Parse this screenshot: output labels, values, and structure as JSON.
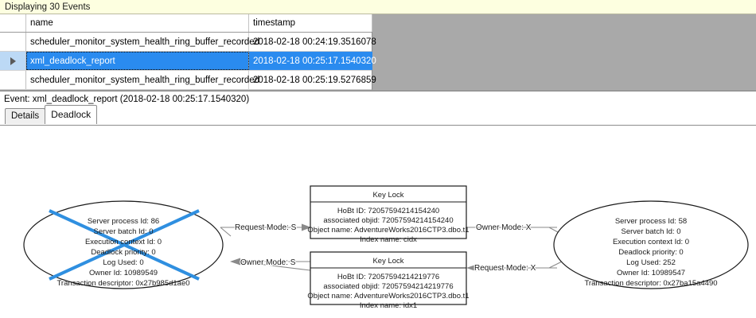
{
  "banner": {
    "text": "Displaying 30 Events"
  },
  "grid": {
    "columns": [
      "name",
      "timestamp"
    ],
    "rows": [
      {
        "selected": false,
        "name": "scheduler_monitor_system_health_ring_buffer_recorded",
        "timestamp": "2018-02-18 00:24:19.3516078"
      },
      {
        "selected": true,
        "name": "xml_deadlock_report",
        "timestamp": "2018-02-18 00:25:17.1540320"
      },
      {
        "selected": false,
        "name": "scheduler_monitor_system_health_ring_buffer_recorded",
        "timestamp": "2018-02-18 00:25:19.5276859"
      }
    ]
  },
  "event": {
    "caption": "Event: xml_deadlock_report (2018-02-18 00:25:17.1540320)",
    "tabs": [
      {
        "label": "Details",
        "active": false
      },
      {
        "label": "Deadlock",
        "active": true
      }
    ]
  },
  "deadlock_graph": {
    "victim_marker_color": "#2f8fe0",
    "left_process": {
      "lines": [
        "Server process Id: 86",
        "Server batch Id: 0",
        "Execution context Id: 0",
        "Deadlock priority: 0",
        "Log Used: 0",
        "Owner Id: 10989549",
        "Transaction descriptor: 0x27b985d1ae0"
      ],
      "is_victim": true
    },
    "right_process": {
      "lines": [
        "Server process Id: 58",
        "Server batch Id: 0",
        "Execution context Id: 0",
        "Deadlock priority: 0",
        "Log Used: 252",
        "Owner Id: 10989547",
        "Transaction descriptor: 0x27ba15a4490"
      ],
      "is_victim": false
    },
    "top_resource": {
      "title": "Key Lock",
      "lines": [
        "HoBt ID: 72057594214154240",
        "associated objid: 72057594214154240",
        "Object name: AdventureWorks2016CTP3.dbo.t1",
        "Index name: cidx"
      ]
    },
    "bottom_resource": {
      "title": "Key Lock",
      "lines": [
        "HoBt ID: 72057594214219776",
        "associated objid: 72057594214219776",
        "Object name: AdventureWorks2016CTP3.dbo.t1",
        "Index name: idx1"
      ]
    },
    "edges": [
      {
        "id": "left_request_top",
        "label": "Request Mode: S"
      },
      {
        "id": "top_owner_right",
        "label": "Owner Mode: X"
      },
      {
        "id": "bottom_owner_left",
        "label": "Owner Mode: S"
      },
      {
        "id": "right_request_bottom",
        "label": "Request Mode: X"
      }
    ]
  }
}
